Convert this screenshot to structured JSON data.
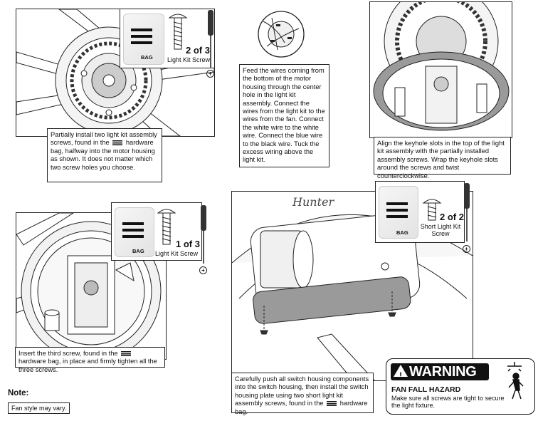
{
  "steps": {
    "step1": {
      "text_before_icon": "Partially install two light kit assembly screws, found in the",
      "text_after_icon": "hardware bag, halfway into the motor housing as shown. It does not matter which two screw holes you choose.",
      "bag_label": "BAG",
      "count": "2 of 3",
      "screw_name": "Light Kit Screw"
    },
    "step2": {
      "text": "Feed the wires coming from the bottom of the motor housing through the center hole in the light kit assembly. Connect the wires from the light kit to the wires from the fan. Connect the white wire to the white wire. Connect the blue wire to the black wire. Tuck the excess wiring above the light kit."
    },
    "step3": {
      "text": "Align the keyhole slots in the top of the light kit assembly with the partially installed assembly screws. Wrap the keyhole slots around the screws and twist counterclockwise."
    },
    "step4": {
      "text_before_icon": "Insert the third screw, found in the",
      "text_after_icon": "hardware bag, in place and firmly tighten all the three screws.",
      "bag_label": "BAG",
      "count": "1 of 3",
      "screw_name": "Light Kit Screw"
    },
    "step5": {
      "text_before_icon": "Carefully push all switch housing components into the switch housing, then install the switch housing plate using two short light kit assembly screws, found in the",
      "text_after_icon": "hardware bag.",
      "bag_label": "BAG",
      "count": "2 of 2",
      "screw_name": "Short Light Kit Screw",
      "brand_mark": "Hunter"
    }
  },
  "note": {
    "title": "Note:",
    "text": "Fan style may vary."
  },
  "warning": {
    "banner": "WARNING",
    "hazard_title": "FAN FALL HAZARD",
    "hazard_text": "Make sure all screws are tight to secure the light fixture.",
    "icon": "falling-fan-person-icon"
  },
  "colors": {
    "line": "#222222",
    "shade": "#9a9a9a",
    "background": "#ffffff"
  }
}
